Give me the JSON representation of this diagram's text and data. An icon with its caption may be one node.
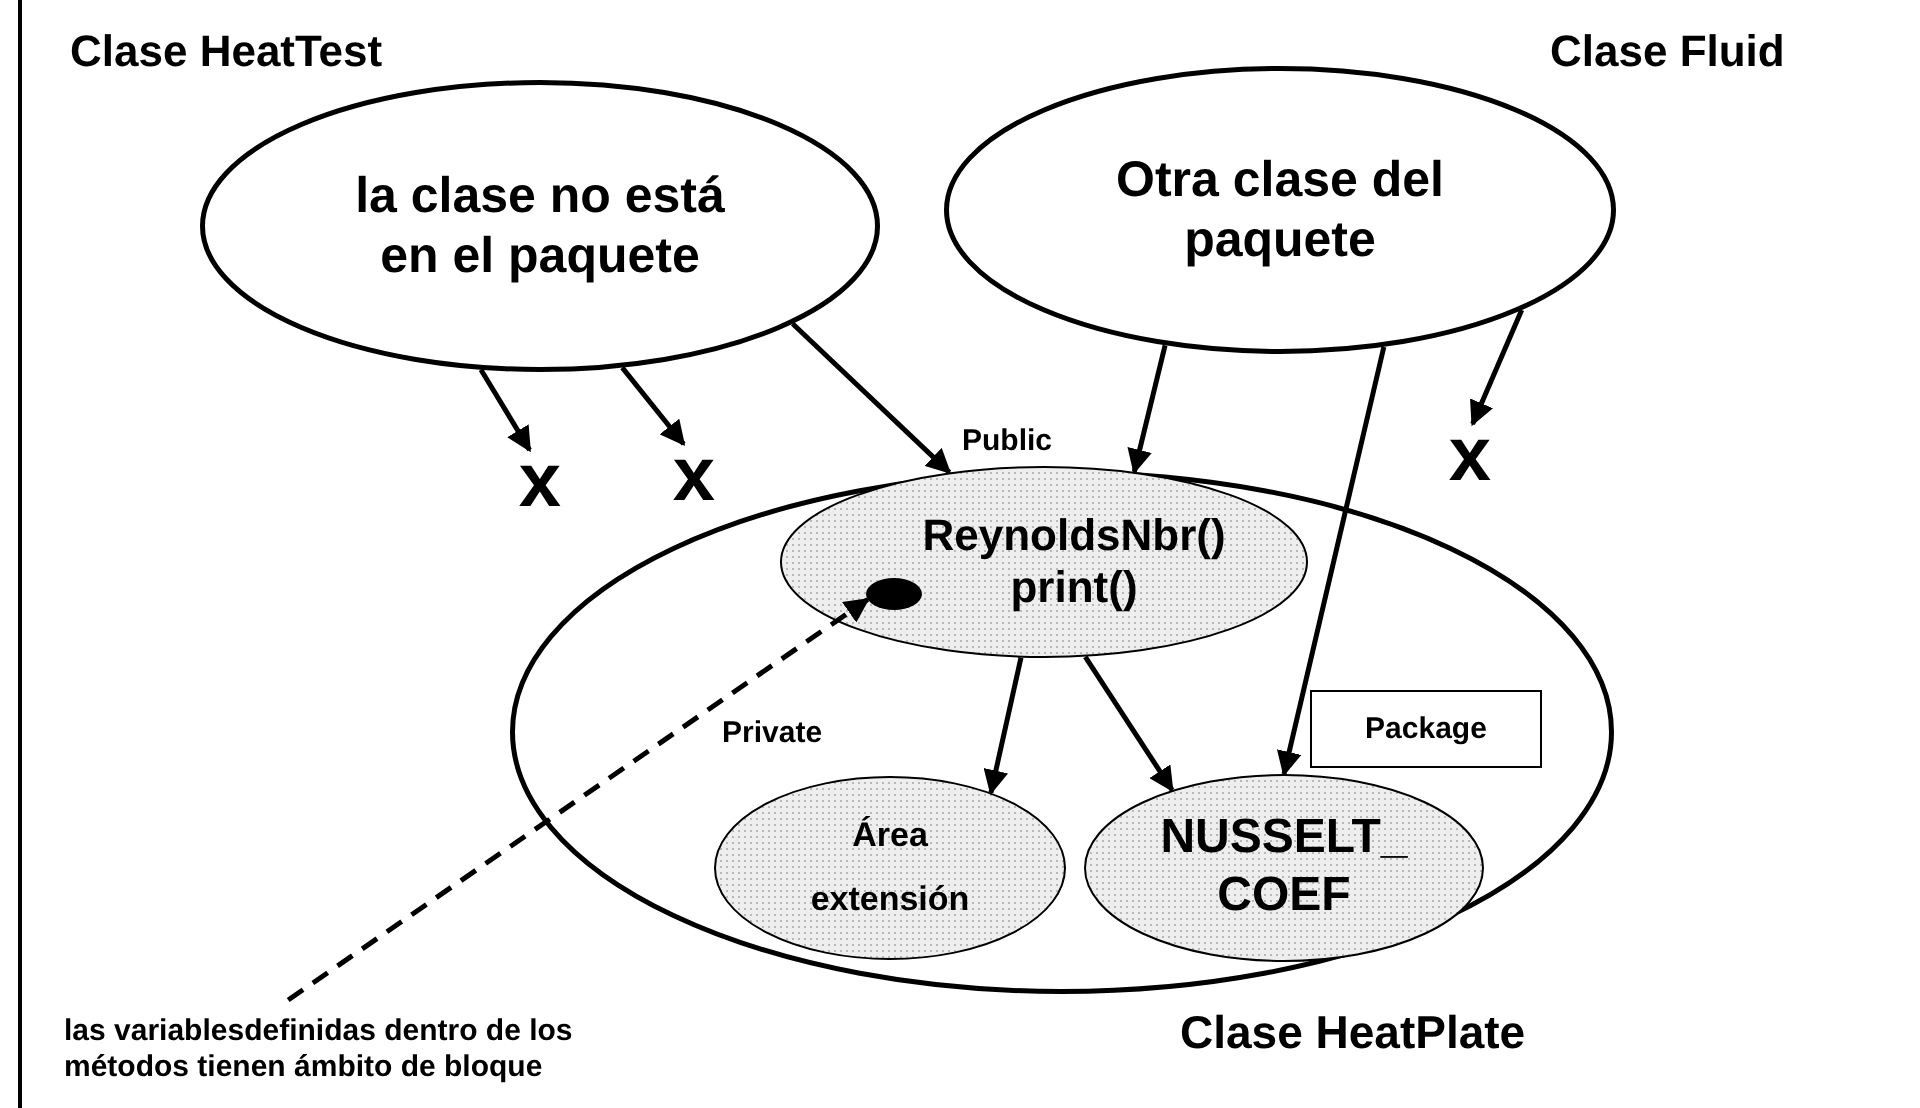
{
  "diagram": {
    "nodes": [
      {
        "text": [
          "la clase no está en el paquete"
        ]
      },
      {
        "text": [
          "Otra clase del paquete"
        ]
      },
      {
        "text": [
          "Clase HeatPlate"
        ]
      },
      {
        "text": [
          "ReynoldsNbr()",
          "print()"
        ],
        "in": 2,
        "beside": [
          "Public"
        ]
      },
      {
        "text": [
          "Área extensión"
        ],
        "in": 2,
        "beside": [
          "Private"
        ]
      },
      {
        "text": [
          "NUSSELT_ COEF"
        ],
        "in": 2
      },
      {
        "text": [
          "Package"
        ],
        "in": 2
      },
      {
        "text": [],
        "shape": "circle",
        "in": 3
      },
      {
        "text": [
          "las variablesdefinidas dentro de los métodos tienen ámbito de bloque"
        ]
      },
      {
        "text": [
          "x"
        ]
      },
      {
        "text": [
          "x"
        ]
      },
      {
        "text": [
          "x"
        ]
      }
    ],
    "edges": [
      {
        "from": 0,
        "to": 9,
        "arrow": "to"
      },
      {
        "from": 0,
        "to": 10,
        "arrow": "to"
      },
      {
        "from": 0,
        "to": 3,
        "arrow": "to"
      },
      {
        "from": 1,
        "to": 3,
        "arrow": "to"
      },
      {
        "from": 1,
        "to": 5,
        "arrow": "to"
      },
      {
        "from": 1,
        "to": 11,
        "arrow": "to"
      },
      {
        "from": 3,
        "to": 4,
        "arrow": "to"
      },
      {
        "from": 3,
        "to": 5,
        "arrow": "to"
      },
      {
        "from": 8,
        "to": 7,
        "arrow": "to",
        "style": "dashed"
      }
    ],
    "labels": [
      "Clase HeatTest",
      "Clase Fluid"
    ]
  }
}
